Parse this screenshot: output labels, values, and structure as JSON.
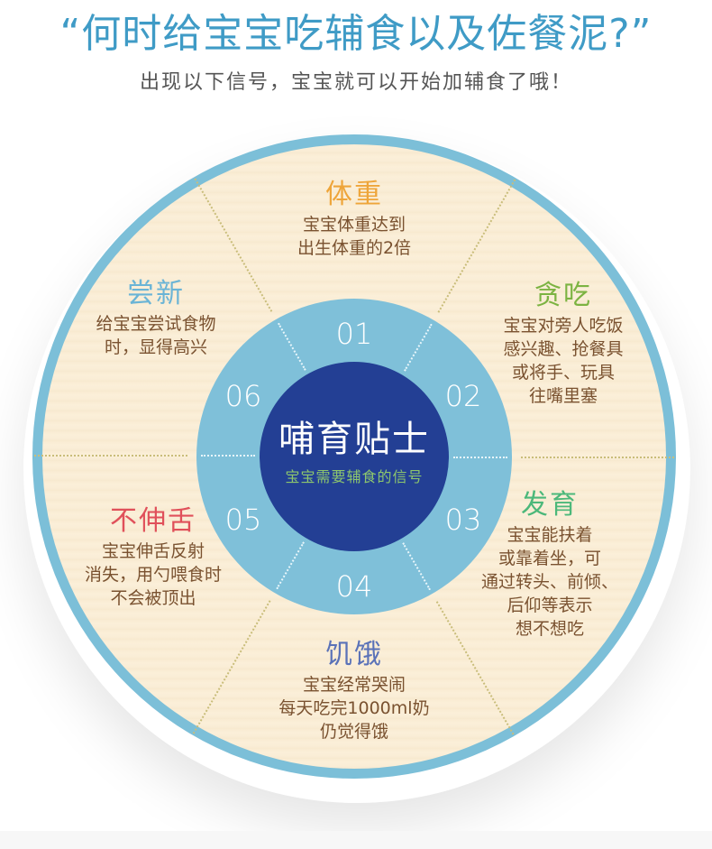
{
  "header": {
    "title": "“何时给宝宝吃辅食以及佐餐泥?”",
    "subtitle": "出现以下信号，宝宝就可以开始加辅食了哦！"
  },
  "center": {
    "title": "哺育贴士",
    "subtitle": "宝宝需要辅食的信号"
  },
  "colors": {
    "title_blue": "#3f9bc6",
    "outer_ring": "#7cbfd8",
    "inner_ring": "#7fc0d9",
    "core": "#233f94",
    "core_subtitle": "#8dc66d",
    "body_text": "#7a5230"
  },
  "signals": [
    {
      "number": "01",
      "heading": "体重",
      "color": "#eea53a",
      "lines": [
        "宝宝体重达到",
        "出生体重的2倍"
      ]
    },
    {
      "number": "02",
      "heading": "贪吃",
      "color": "#7cb342",
      "lines": [
        "宝宝对旁人吃饭",
        "感兴趣、抢餐具",
        "或将手、玩具",
        "往嘴里塞"
      ]
    },
    {
      "number": "03",
      "heading": "发育",
      "color": "#4cb87a",
      "lines": [
        "宝宝能扶着",
        "或靠着坐，可",
        "通过转头、前倾、",
        "后仰等表示",
        "想不想吃"
      ]
    },
    {
      "number": "04",
      "heading": "饥饿",
      "color": "#5a72b8",
      "lines": [
        "宝宝经常哭闹",
        "每天吃完1000ml奶",
        "仍觉得饿"
      ]
    },
    {
      "number": "05",
      "heading": "不伸舌",
      "color": "#e0505a",
      "lines": [
        "宝宝伸舌反射",
        "消失，用勺喂食时",
        "不会被顶出"
      ]
    },
    {
      "number": "06",
      "heading": "尝新",
      "color": "#6ab4d6",
      "lines": [
        "给宝宝尝试食物",
        "时，显得高兴"
      ]
    }
  ]
}
